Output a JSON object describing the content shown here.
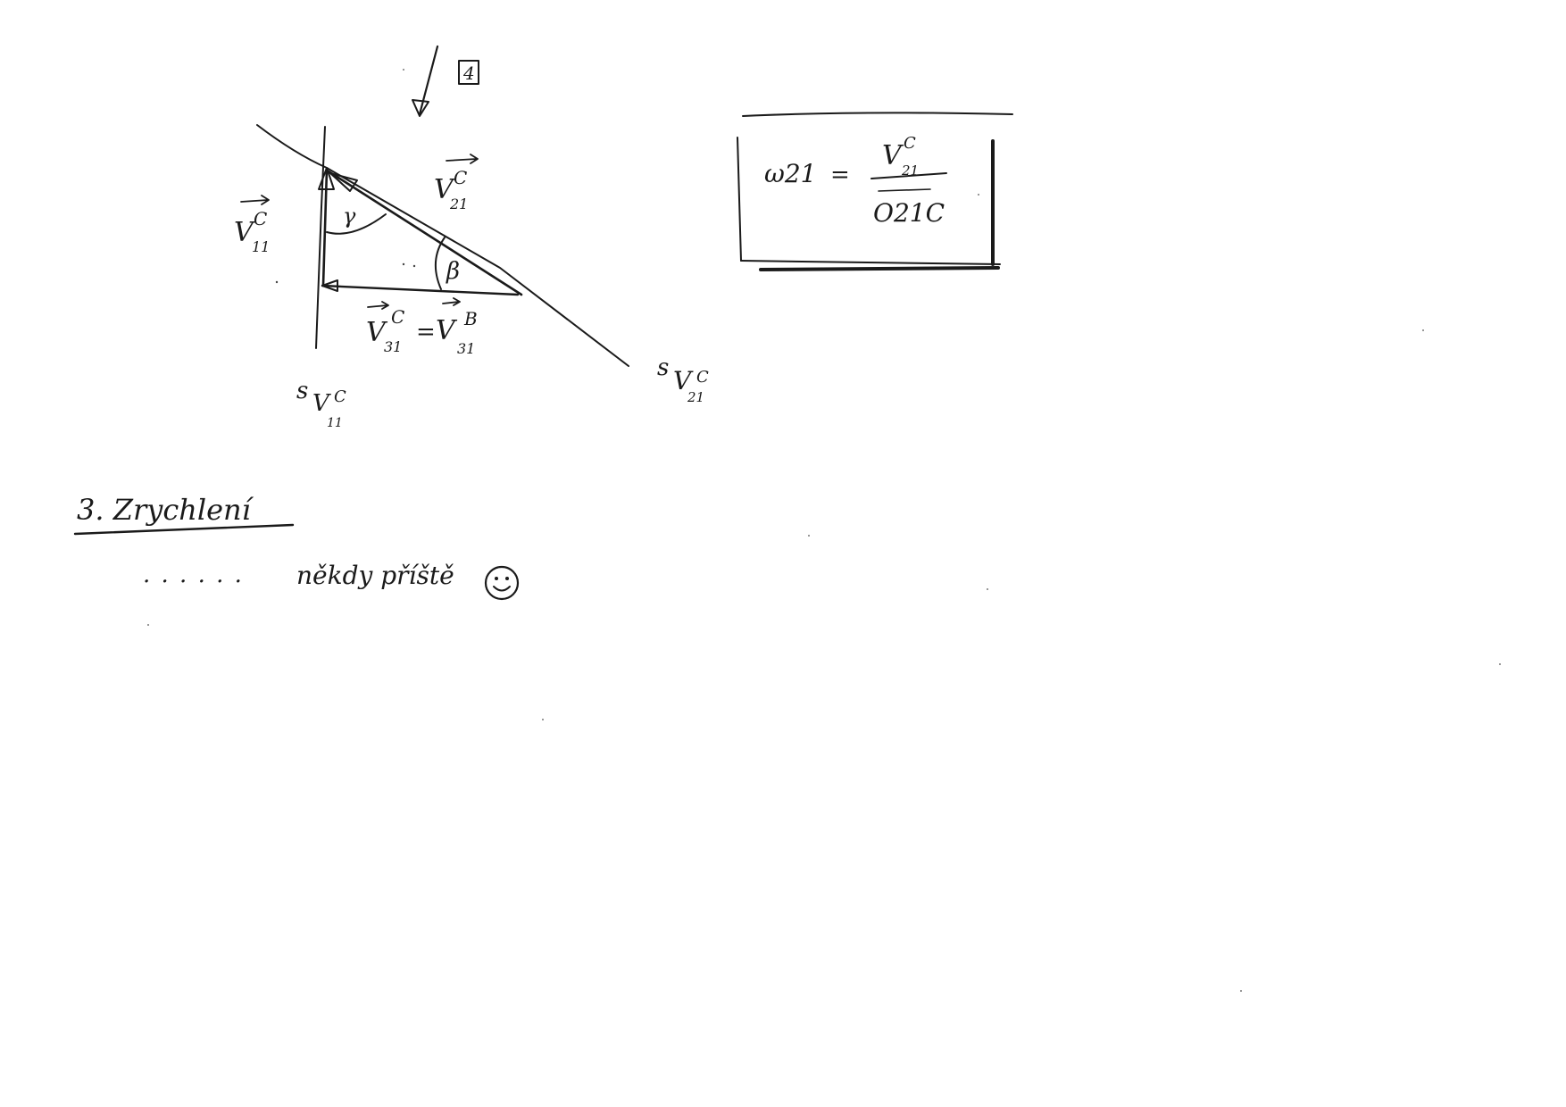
{
  "diagram": {
    "marker": "4",
    "velocity_labels": {
      "v11": {
        "base": "V",
        "sup": "C",
        "sub": "11"
      },
      "v21": {
        "base": "V",
        "sup": "C",
        "sub": "21"
      },
      "v31_left": {
        "base": "V",
        "sup": "C",
        "sub": "31"
      },
      "equals": "=",
      "v31_right": {
        "base": "V",
        "sup": "B",
        "sub": "31"
      }
    },
    "angles": {
      "gamma": "γ",
      "beta": "β"
    },
    "direction_labels": {
      "s_v11": {
        "prefix": "s",
        "base": "V",
        "sup": "C",
        "sub": "11"
      },
      "s_v21": {
        "prefix": "s",
        "base": "V",
        "sup": "C",
        "sub": "21"
      }
    },
    "formula": {
      "lhs": "ω21",
      "operator": "=",
      "numerator": {
        "base": "V",
        "sup": "C",
        "sub": "21"
      },
      "denominator": "O21C"
    }
  },
  "section": {
    "heading": "3. Zrychlení",
    "dots": ". . .   . . .",
    "note": "někdy příště",
    "smiley": "☺"
  }
}
